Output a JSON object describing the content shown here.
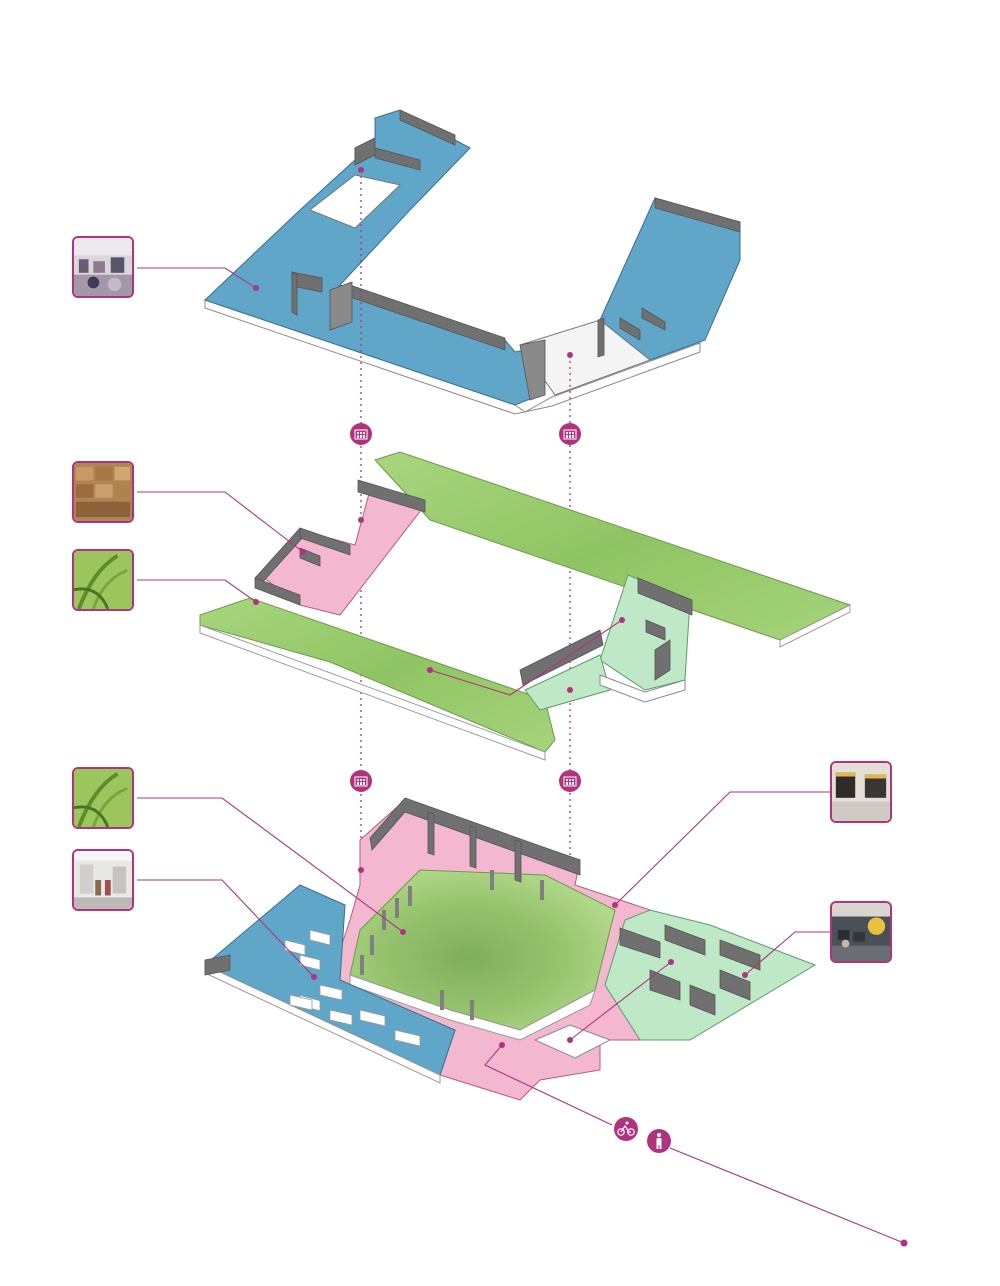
{
  "diagram": {
    "type": "exploded-axonometric-floor-plan",
    "accent_color": "#b0337e",
    "level_colors": {
      "upper_floor_blue": "#5fa6c9",
      "landscape_green": "#9ccf6e",
      "circulation_pink": "#f3b8cf",
      "office_mint": "#bfe8c6",
      "wall_grey": "#6f6f6f"
    },
    "levels": [
      "upper-floor",
      "middle-landscape-level",
      "ground-floor"
    ],
    "icons": [
      "elevator-icon-left-upper",
      "elevator-icon-right-upper",
      "elevator-icon-left-lower",
      "elevator-icon-right-lower",
      "bicycle-icon",
      "pedestrian-icon"
    ],
    "thumbnails": [
      "photo-workshop-sewing",
      "photo-storage-boxes",
      "photo-grass-middle",
      "photo-grass-ground",
      "photo-retail-store",
      "photo-loading-dock",
      "photo-office-space"
    ]
  }
}
